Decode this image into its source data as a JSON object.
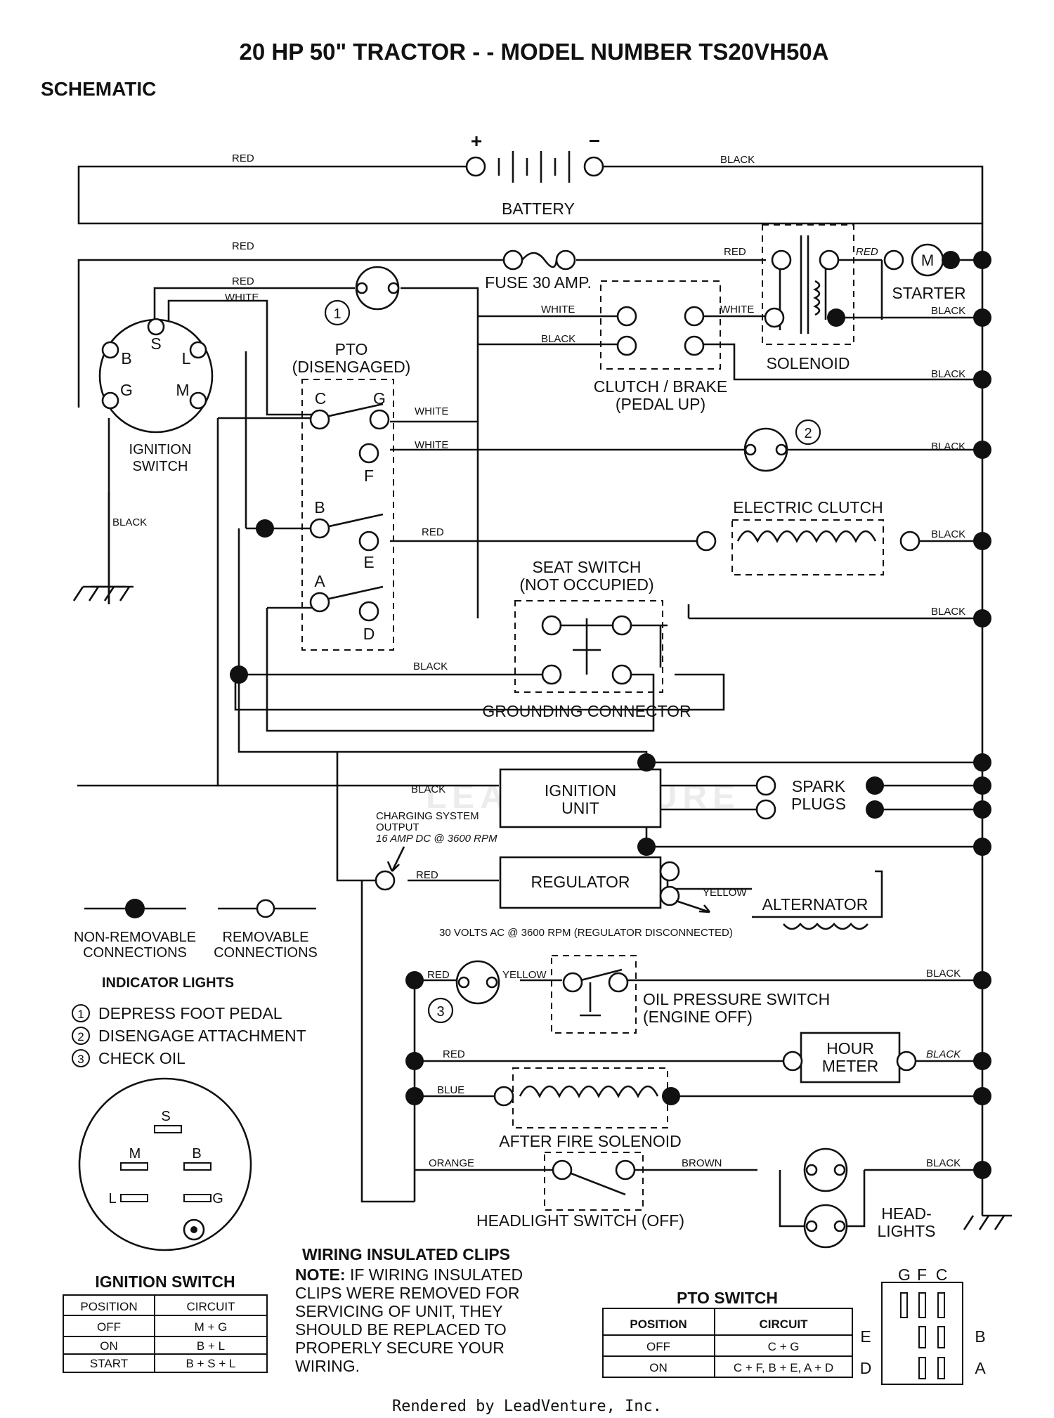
{
  "title": "20 HP 50\" TRACTOR - - MODEL NUMBER TS20VH50A",
  "subtitle": "SCHEMATIC",
  "battery": {
    "label": "BATTERY",
    "plus": "+",
    "minus": "−"
  },
  "wires": {
    "red": "RED",
    "black": "BLACK",
    "white": "WHITE",
    "yellow": "YELLOW",
    "blue": "BLUE",
    "orange": "ORANGE",
    "brown": "BROWN"
  },
  "components": {
    "fuse": "FUSE 30 AMP.",
    "starter": "STARTER",
    "starter_symbol": "M",
    "solenoid": "SOLENOID",
    "clutch_brake": [
      "CLUTCH / BRAKE",
      "(PEDAL UP)"
    ],
    "pto": [
      "PTO",
      "(DISENGAGED)"
    ],
    "ignition_switch": [
      "IGNITION",
      "SWITCH"
    ],
    "electric_clutch": "ELECTRIC CLUTCH",
    "seat_switch": [
      "SEAT SWITCH",
      "(NOT OCCUPIED)"
    ],
    "grounding_connector": "GROUNDING CONNECTOR",
    "ignition_unit": [
      "IGNITION",
      "UNIT"
    ],
    "spark_plugs": [
      "SPARK",
      "PLUGS"
    ],
    "charging_output": [
      "CHARGING SYSTEM",
      "OUTPUT",
      "16 AMP DC @ 3600 RPM"
    ],
    "regulator": "REGULATOR",
    "alternator": "ALTERNATOR",
    "alternator_note": "30 VOLTS AC @ 3600 RPM (REGULATOR DISCONNECTED)",
    "oil_pressure": [
      "OIL PRESSURE SWITCH",
      "(ENGINE OFF)"
    ],
    "hour_meter": [
      "HOUR",
      "METER"
    ],
    "after_fire": "AFTER FIRE SOLENOID",
    "headlight_switch": "HEADLIGHT SWITCH (OFF)",
    "headlights": [
      "HEAD-",
      "LIGHTS"
    ]
  },
  "terminals": {
    "ignition": [
      "S",
      "B",
      "L",
      "G",
      "M"
    ],
    "pto": [
      "C",
      "G",
      "F",
      "B",
      "E",
      "A",
      "D"
    ],
    "indicator_numbers": [
      "1",
      "2",
      "3"
    ]
  },
  "legend": {
    "non_removable": [
      "NON-REMOVABLE",
      "CONNECTIONS"
    ],
    "removable": [
      "REMOVABLE",
      "CONNECTIONS"
    ]
  },
  "indicator_lights": {
    "title": "INDICATOR LIGHTS",
    "items": [
      {
        "num": "1",
        "text": "DEPRESS FOOT PEDAL"
      },
      {
        "num": "2",
        "text": "DISENGAGE ATTACHMENT"
      },
      {
        "num": "3",
        "text": "CHECK OIL"
      }
    ]
  },
  "ignition_switch_table": {
    "title": "IGNITION SWITCH",
    "headers": [
      "POSITION",
      "CIRCUIT"
    ],
    "rows": [
      [
        "OFF",
        "M + G"
      ],
      [
        "ON",
        "B + L"
      ],
      [
        "START",
        "B + S + L"
      ]
    ]
  },
  "wiring_note": {
    "title": "WIRING INSULATED CLIPS",
    "lead": "NOTE:",
    "lines": [
      " IF WIRING INSULATED",
      "CLIPS WERE REMOVED FOR",
      "SERVICING OF UNIT, THEY",
      "SHOULD BE REPLACED TO",
      "PROPERLY SECURE YOUR",
      "WIRING."
    ]
  },
  "pto_switch_table": {
    "title": "PTO SWITCH",
    "headers": [
      "POSITION",
      "CIRCUIT"
    ],
    "rows": [
      [
        "OFF",
        "C + G"
      ],
      [
        "ON",
        "C + F, B + E, A + D"
      ]
    ]
  },
  "pto_diagram_labels": [
    "G",
    "F",
    "C",
    "E",
    "B",
    "D",
    "A"
  ],
  "watermark": "LEADVENTURE",
  "footer": "Rendered by LeadVenture, Inc."
}
